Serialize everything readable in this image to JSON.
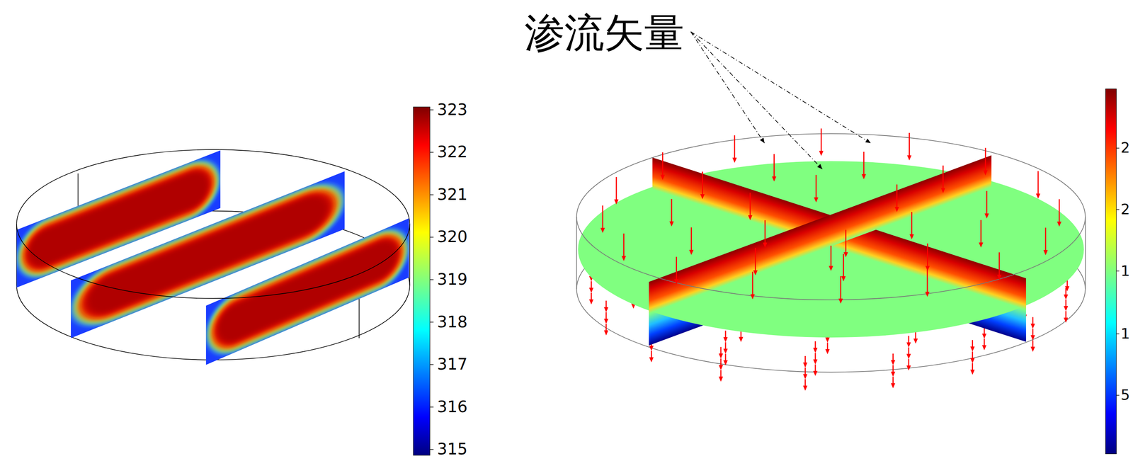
{
  "diagram": {
    "labels": [
      "渗流矢量",
      "323",
      "322",
      "321",
      "320",
      "319",
      "318",
      "317",
      "316",
      "315",
      "2",
      "2",
      "1",
      "1",
      "5"
    ]
  }
}
